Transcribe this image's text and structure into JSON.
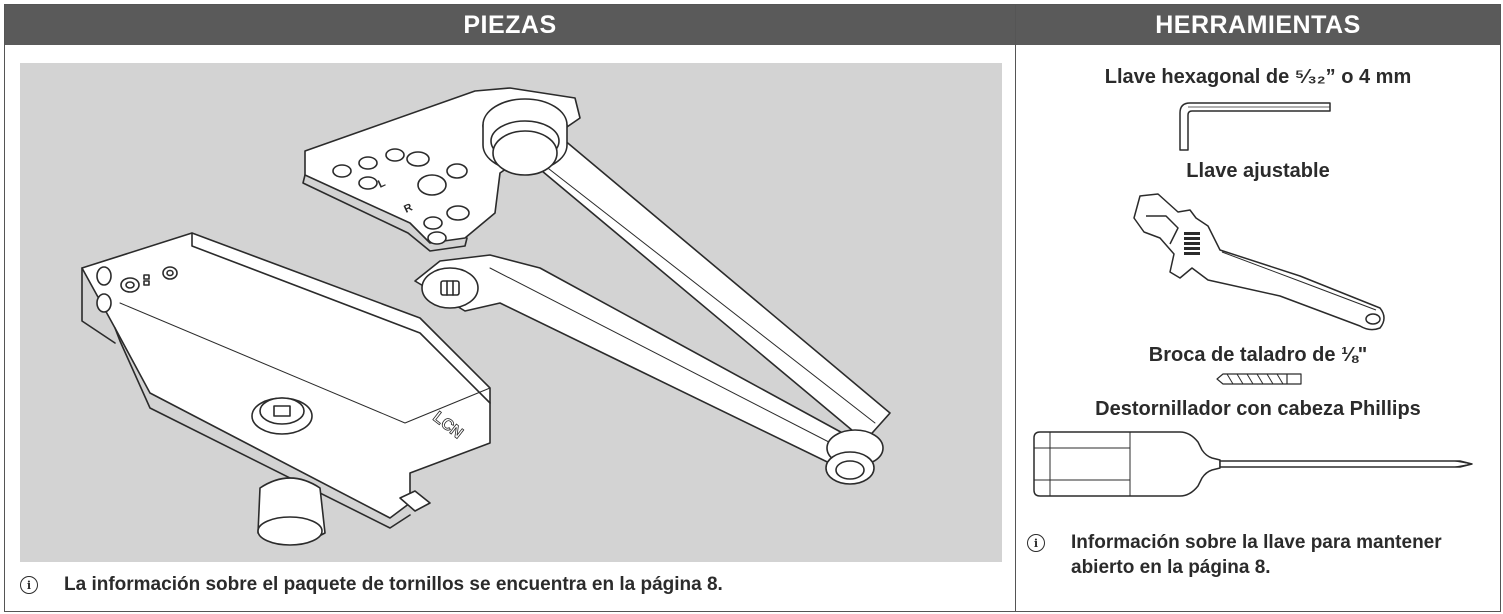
{
  "headers": {
    "parts": "PIEZAS",
    "tools": "HERRAMIENTAS"
  },
  "parts": {
    "closer_brand": "LCN",
    "bracket_letters": [
      "L",
      "R"
    ]
  },
  "tools": [
    {
      "label": "Llave hexagonal de ⁵⁄₃₂” o 4 mm",
      "icon": "hex-key-icon"
    },
    {
      "label": "Llave ajustable",
      "icon": "adjustable-wrench-icon"
    },
    {
      "label": "Broca de taladro de ⅛\"",
      "icon": "drill-bit-icon"
    },
    {
      "label": "Destornillador con cabeza Phillips",
      "icon": "phillips-screwdriver-icon"
    }
  ],
  "notes": {
    "info_symbol": "i",
    "parts_note": "La información sobre el paquete de tornillos se encuentra en la página 8.",
    "tools_note": "Información sobre la llave para mantener abierto en la página 8."
  },
  "colors": {
    "header_bg": "#5a5a5a",
    "panel_bg": "#d3d3d3",
    "part_fill": "#ffffff",
    "outline": "#2b2b2b"
  }
}
